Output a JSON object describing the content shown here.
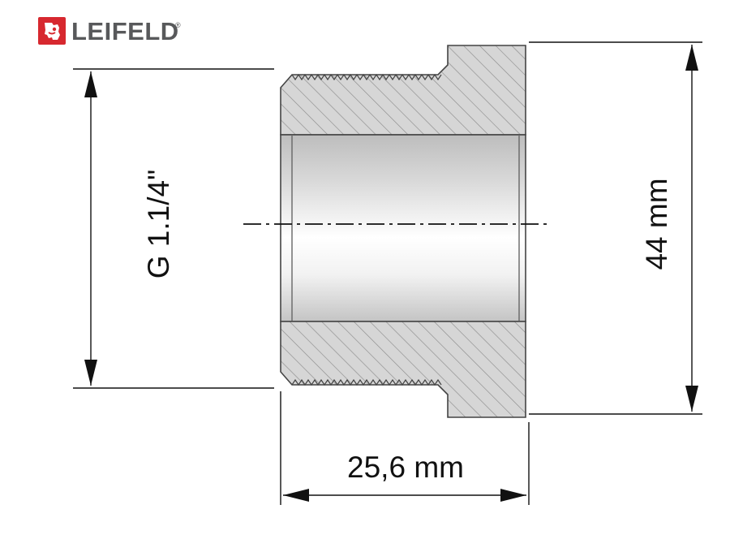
{
  "brand": {
    "name": "LEIFELD",
    "registered": "®",
    "color": "#d7282f",
    "text_color": "#58595b"
  },
  "dimensions": {
    "thread_label": "G 1.1/4\"",
    "height_label": "44 mm",
    "length_label": "25,6 mm"
  },
  "colors": {
    "hatch_fill": "#d6d6d6",
    "hatch_line": "#8c8c8c",
    "outline": "#444444",
    "bore_light": "#f6f6f6",
    "bore_dark": "#c8c8c8"
  }
}
